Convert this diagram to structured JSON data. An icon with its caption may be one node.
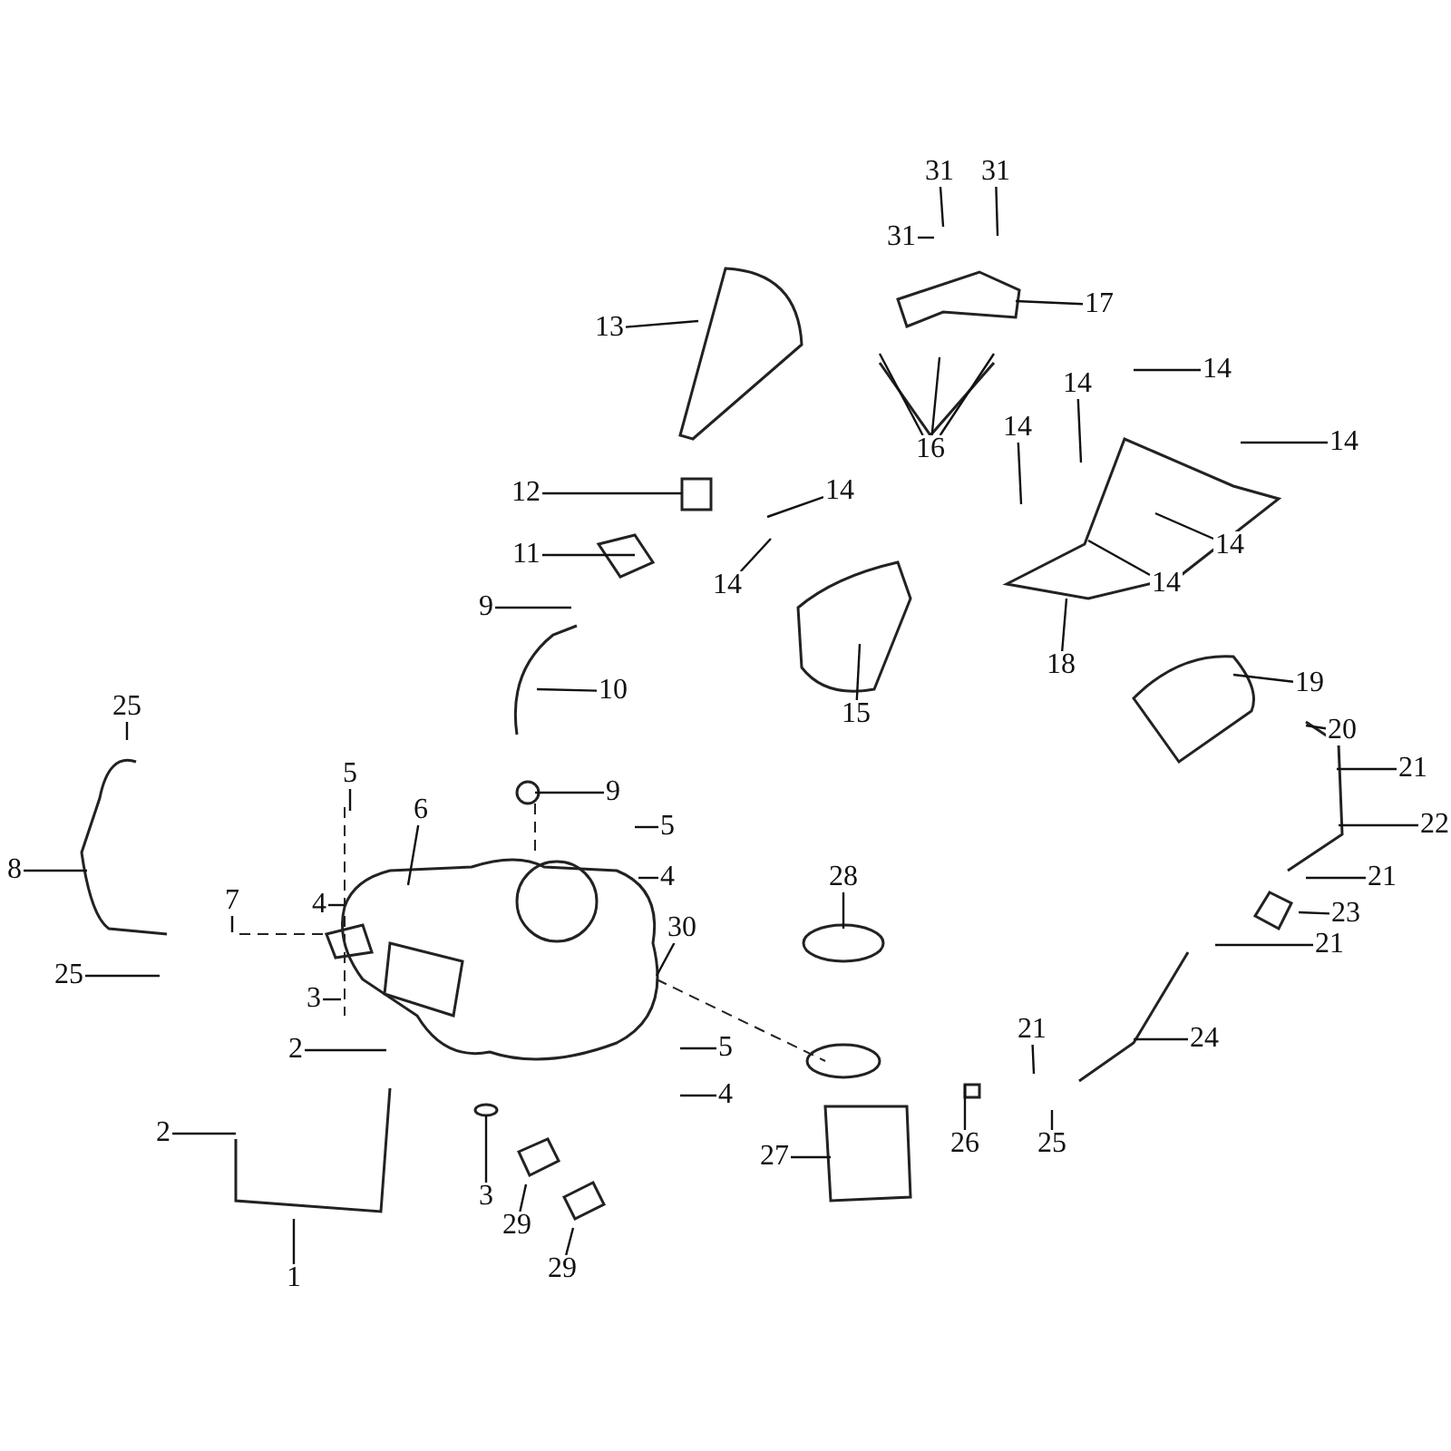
{
  "diagram": {
    "nodes": [
      {
        "text": [
          "31"
        ]
      },
      {
        "text": [
          "31"
        ]
      },
      {
        "text": [
          "31"
        ]
      },
      {
        "text": [
          "13"
        ]
      },
      {
        "text": [
          "17"
        ]
      },
      {
        "text": [
          "16"
        ]
      },
      {
        "text": [
          "14"
        ]
      },
      {
        "text": [
          "14"
        ]
      },
      {
        "text": [
          "14"
        ]
      },
      {
        "text": [
          "14"
        ]
      },
      {
        "text": [
          "12"
        ]
      },
      {
        "text": [
          "14"
        ]
      },
      {
        "text": [
          "14"
        ]
      },
      {
        "text": [
          "14"
        ]
      },
      {
        "text": [
          "14"
        ]
      },
      {
        "text": [
          "11"
        ]
      },
      {
        "text": [
          "9"
        ]
      },
      {
        "text": [
          "18"
        ]
      },
      {
        "text": [
          "15"
        ]
      },
      {
        "text": [
          "10"
        ]
      },
      {
        "text": [
          "19"
        ]
      },
      {
        "text": [
          "25"
        ]
      },
      {
        "text": [
          "20"
        ]
      },
      {
        "text": [
          "21"
        ]
      },
      {
        "text": [
          "9"
        ]
      },
      {
        "text": [
          "5"
        ]
      },
      {
        "text": [
          "6"
        ]
      },
      {
        "text": [
          "5"
        ]
      },
      {
        "text": [
          "22"
        ]
      },
      {
        "text": [
          "28"
        ]
      },
      {
        "text": [
          "8"
        ]
      },
      {
        "text": [
          "7"
        ]
      },
      {
        "text": [
          "4"
        ]
      },
      {
        "text": [
          "4"
        ]
      },
      {
        "text": [
          "21"
        ]
      },
      {
        "text": [
          "30"
        ]
      },
      {
        "text": [
          "23"
        ]
      },
      {
        "text": [
          "21"
        ]
      },
      {
        "text": [
          "25"
        ]
      },
      {
        "text": [
          "3"
        ]
      },
      {
        "text": [
          "2"
        ]
      },
      {
        "text": [
          "5"
        ]
      },
      {
        "text": [
          "24"
        ]
      },
      {
        "text": [
          "21"
        ]
      },
      {
        "text": [
          "4"
        ]
      },
      {
        "text": [
          "2"
        ]
      },
      {
        "text": [
          "27"
        ]
      },
      {
        "text": [
          "26"
        ]
      },
      {
        "text": [
          "25"
        ]
      },
      {
        "text": [
          "3"
        ]
      },
      {
        "text": [
          "29"
        ]
      },
      {
        "text": [
          "29"
        ]
      },
      {
        "text": [
          "1"
        ]
      }
    ],
    "edges": [
      {
        "from": 0,
        "to": null,
        "arrow": "none"
      },
      {
        "from": 1,
        "to": null,
        "arrow": "none"
      },
      {
        "from": 2,
        "to": null,
        "arrow": "none"
      },
      {
        "from": 3,
        "to": null,
        "arrow": "none"
      },
      {
        "from": 4,
        "to": null,
        "arrow": "none"
      },
      {
        "from": 5,
        "to": null,
        "arrow": "none"
      },
      {
        "from": 5,
        "to": null,
        "arrow": "none"
      },
      {
        "from": 5,
        "to": null,
        "arrow": "none"
      },
      {
        "from": 6,
        "to": null,
        "arrow": "none"
      },
      {
        "from": 7,
        "to": null,
        "arrow": "none"
      },
      {
        "from": 8,
        "to": null,
        "arrow": "none"
      },
      {
        "from": 9,
        "to": null,
        "arrow": "none"
      },
      {
        "from": 10,
        "to": null,
        "arrow": "none"
      },
      {
        "from": 11,
        "to": null,
        "arrow": "none"
      },
      {
        "from": 12,
        "to": null,
        "arrow": "none"
      },
      {
        "from": 13,
        "to": null,
        "arrow": "none"
      },
      {
        "from": 14,
        "to": null,
        "arrow": "none"
      },
      {
        "from": 15,
        "to": null,
        "arrow": "none"
      },
      {
        "from": 16,
        "to": null,
        "arrow": "none"
      },
      {
        "from": 17,
        "to": null,
        "arrow": "none"
      },
      {
        "from": 18,
        "to": null,
        "arrow": "none"
      },
      {
        "from": 19,
        "to": null,
        "arrow": "none"
      },
      {
        "from": 20,
        "to": null,
        "arrow": "none"
      },
      {
        "from": 21,
        "to": null,
        "arrow": "none"
      },
      {
        "from": 22,
        "to": null,
        "arrow": "none"
      },
      {
        "from": 23,
        "to": null,
        "arrow": "none"
      },
      {
        "from": 24,
        "to": null,
        "arrow": "none"
      },
      {
        "from": 25,
        "to": null,
        "arrow": "none"
      },
      {
        "from": 26,
        "to": null,
        "arrow": "none"
      },
      {
        "from": 27,
        "to": null,
        "arrow": "none"
      },
      {
        "from": 28,
        "to": null,
        "arrow": "none"
      },
      {
        "from": 29,
        "to": null,
        "arrow": "none"
      },
      {
        "from": 30,
        "to": null,
        "arrow": "none"
      },
      {
        "from": 31,
        "to": null,
        "arrow": "none"
      },
      {
        "from": 32,
        "to": null,
        "arrow": "none"
      },
      {
        "from": 33,
        "to": null,
        "arrow": "none"
      },
      {
        "from": 34,
        "to": null,
        "arrow": "none"
      },
      {
        "from": 35,
        "to": null,
        "arrow": "none"
      },
      {
        "from": 36,
        "to": null,
        "arrow": "none"
      },
      {
        "from": 37,
        "to": null,
        "arrow": "none"
      },
      {
        "from": 38,
        "to": null,
        "arrow": "none"
      },
      {
        "from": 39,
        "to": null,
        "arrow": "none"
      },
      {
        "from": 40,
        "to": null,
        "arrow": "none"
      },
      {
        "from": 41,
        "to": null,
        "arrow": "none"
      },
      {
        "from": 42,
        "to": null,
        "arrow": "none"
      },
      {
        "from": 43,
        "to": null,
        "arrow": "none"
      },
      {
        "from": 44,
        "to": null,
        "arrow": "none"
      },
      {
        "from": 45,
        "to": null,
        "arrow": "none"
      },
      {
        "from": 46,
        "to": null,
        "arrow": "none"
      },
      {
        "from": 47,
        "to": null,
        "arrow": "none"
      },
      {
        "from": 48,
        "to": null,
        "arrow": "none"
      },
      {
        "from": 49,
        "to": null,
        "arrow": "none"
      },
      {
        "from": 50,
        "to": null,
        "arrow": "none"
      },
      {
        "from": 51,
        "to": null,
        "arrow": "none"
      },
      {
        "from": 52,
        "to": null,
        "arrow": "none"
      }
    ]
  }
}
